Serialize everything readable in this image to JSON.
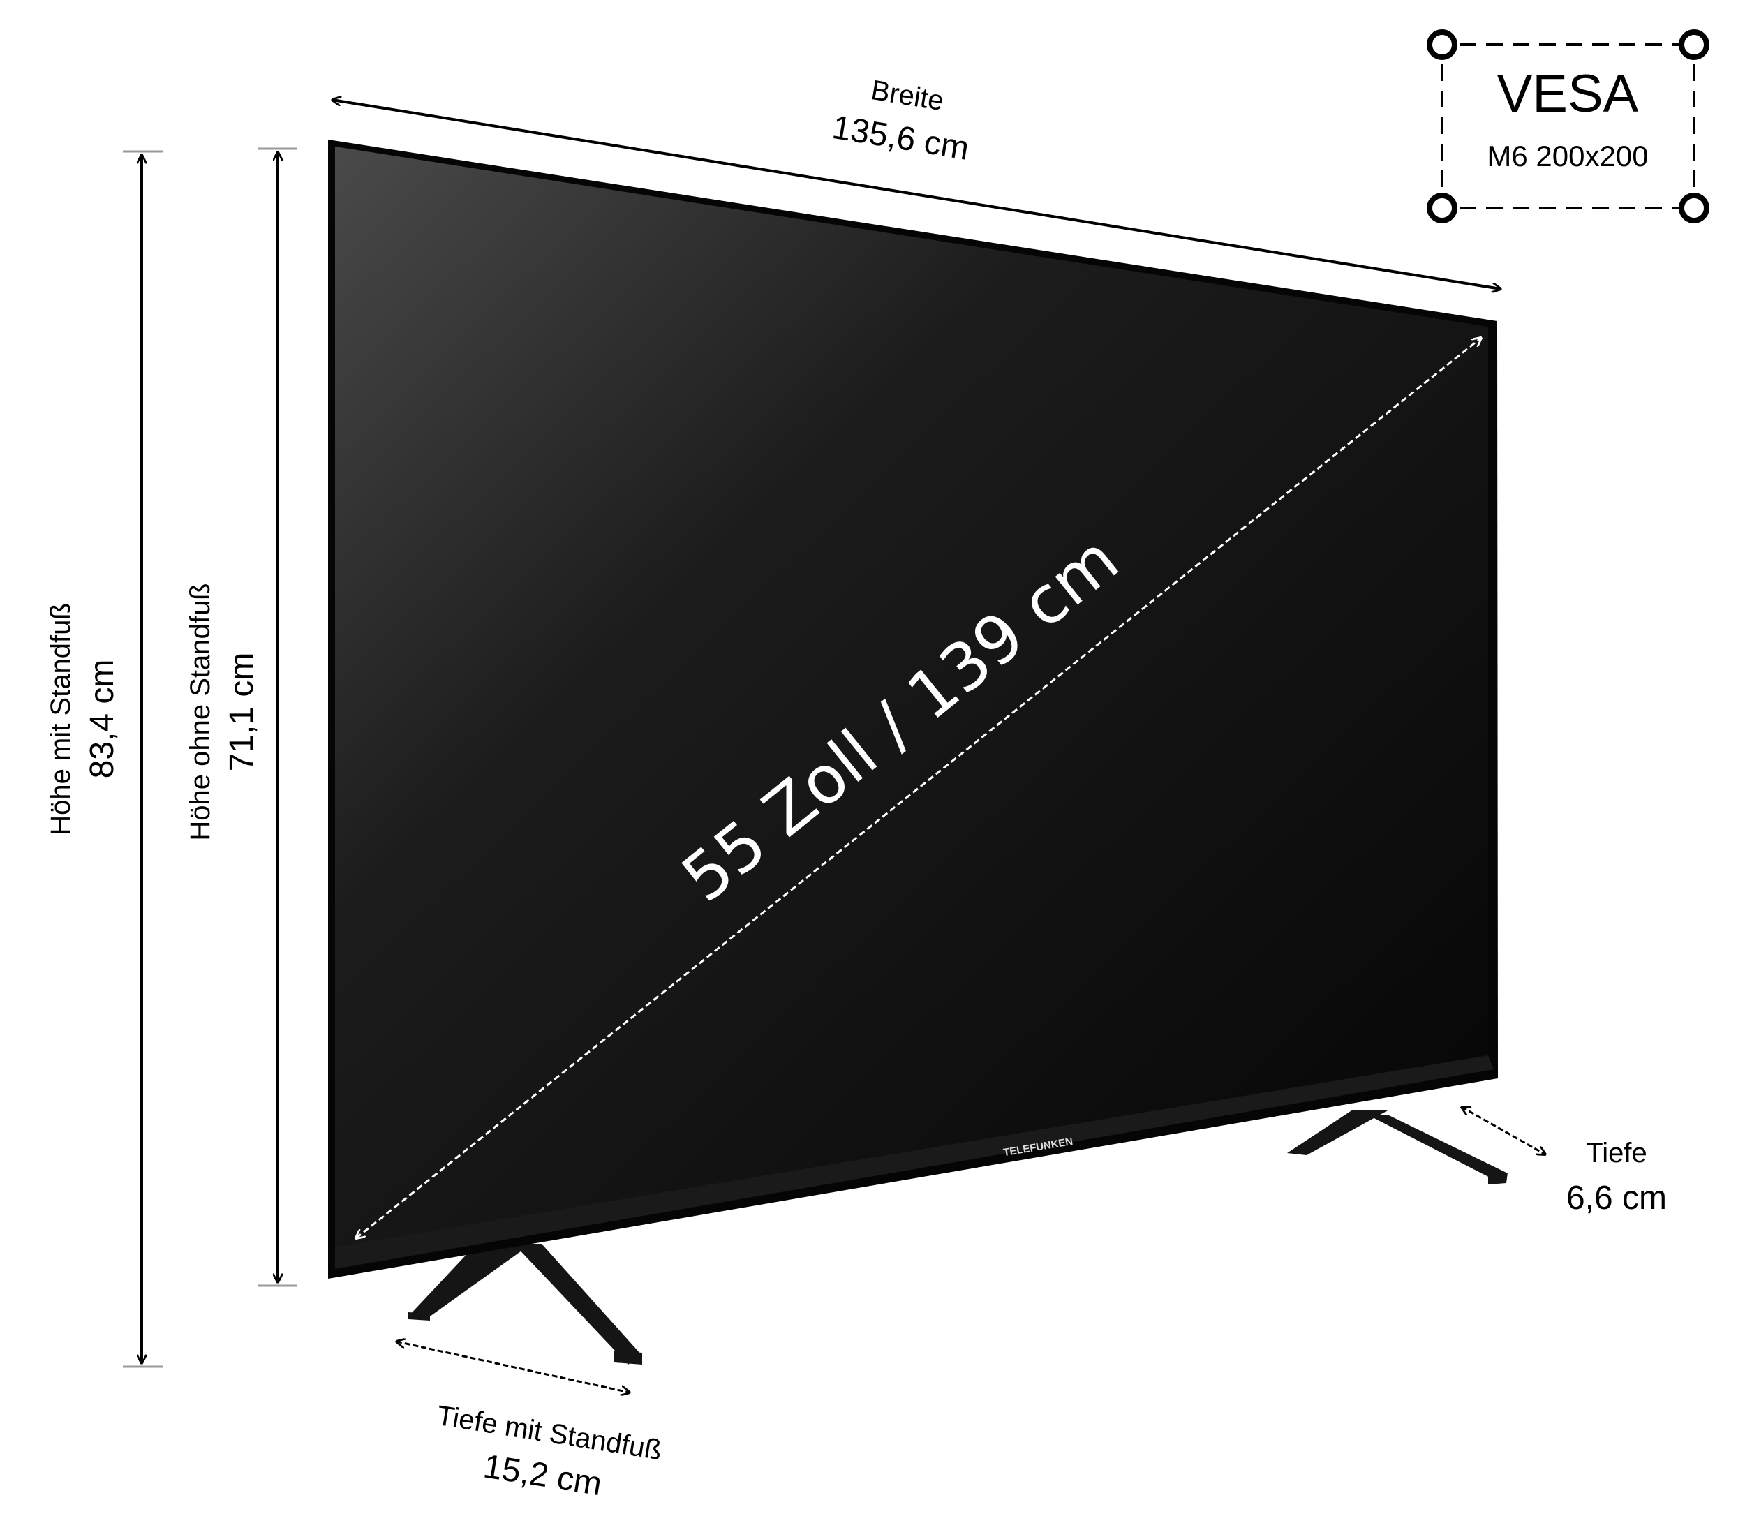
{
  "colors": {
    "background": "#ffffff",
    "ink": "#000000",
    "screen_dark": "#0a0a0a",
    "screen_glare": "#4a4a4a",
    "diagonal_line": "#ffffff"
  },
  "icons": {
    "dimension_arrow": "double-headed-arrow",
    "vesa_corner": "ring"
  },
  "dimensions": {
    "width": {
      "label": "Breite",
      "value": "135,6 cm"
    },
    "height_with_stand": {
      "label": "Höhe mit Standfuß",
      "value": "83,4 cm"
    },
    "height_without_stand": {
      "label": "Höhe ohne Standfuß",
      "value": "71,1 cm"
    },
    "depth_with_stand": {
      "label": "Tiefe mit Standfuß",
      "value": "15,2 cm"
    },
    "depth": {
      "label": "Tiefe",
      "value": "6,6 cm"
    },
    "diagonal": {
      "value": "55 Zoll / 139 cm"
    }
  },
  "vesa": {
    "title": "VESA",
    "spec": "M6 200x200"
  },
  "brand": {
    "logo_text": "TELEFUNKEN"
  }
}
